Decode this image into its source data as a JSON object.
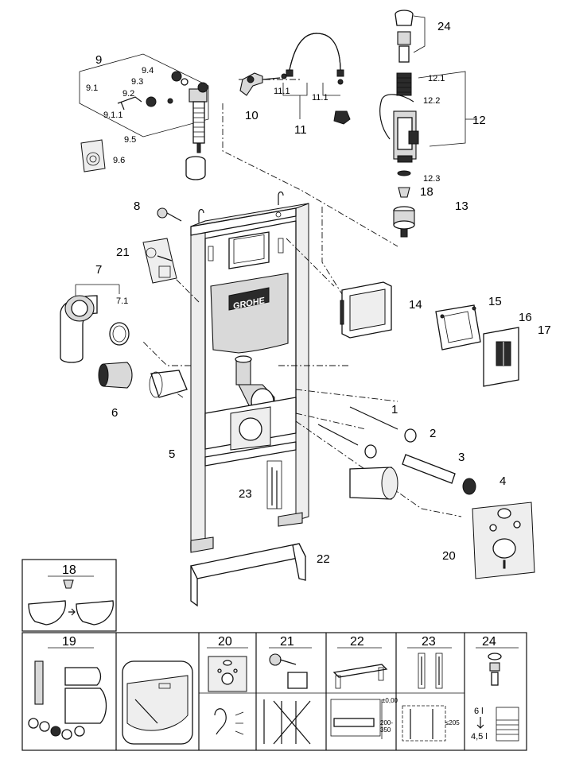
{
  "callouts": {
    "c1": "1",
    "c2": "2",
    "c3": "3",
    "c4": "4",
    "c5": "5",
    "c6": "6",
    "c7": "7",
    "c7_1": "7.1",
    "c8": "8",
    "c9": "9",
    "c9_1": "9.1",
    "c9_1_1": "9.1.1",
    "c9_2": "9.2",
    "c9_3": "9.3",
    "c9_4": "9.4",
    "c9_5": "9.5",
    "c9_6": "9.6",
    "c10": "10",
    "c11": "11",
    "c11_1a": "11.1",
    "c11_1b": "11.1",
    "c12": "12",
    "c12_1": "12.1",
    "c12_2": "12.2",
    "c12_3": "12.3",
    "c13": "13",
    "c14": "14",
    "c15": "15",
    "c16": "16",
    "c17": "17",
    "c18": "18",
    "c20": "20",
    "c21": "21",
    "c22": "22",
    "c23": "23",
    "c24": "24"
  },
  "brand_logo": "GROHE",
  "bottom_panels": {
    "p18": "18",
    "p19": "19",
    "p20": "20",
    "p21": "21",
    "p22": "22",
    "p23": "23",
    "p24": "24",
    "dim_zero": "±0,00",
    "dim_range_a": "200-",
    "dim_range_b": "350",
    "dim_max": "≤205",
    "num_6": "6 l",
    "num_45": "4,5 l"
  }
}
